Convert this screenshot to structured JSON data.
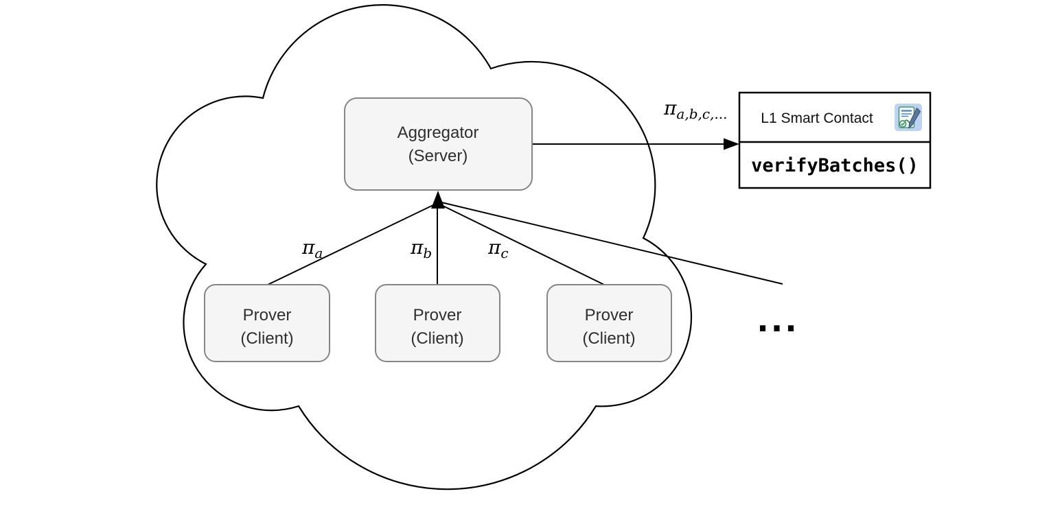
{
  "diagram": {
    "aggregator": {
      "line1": "Aggregator",
      "line2": "(Server)"
    },
    "provers": [
      {
        "line1": "Prover",
        "line2": "(Client)"
      },
      {
        "line1": "Prover",
        "line2": "(Client)"
      },
      {
        "line1": "Prover",
        "line2": "(Client)"
      }
    ],
    "contract": {
      "title": "L1 Smart Contact",
      "method": "verifyBatches()",
      "icon": "smart-contract-icon"
    },
    "edge_labels": {
      "proof_a": {
        "symbol": "π",
        "subscript": "a"
      },
      "proof_b": {
        "symbol": "π",
        "subscript": "b"
      },
      "proof_c": {
        "symbol": "π",
        "subscript": "c"
      },
      "proof_aggregate": {
        "symbol": "π",
        "subscript": "a,b,c,..."
      }
    },
    "more_indicator": "...",
    "colors": {
      "node_fill": "#f5f5f5",
      "node_border": "#858585",
      "edge": "#000000",
      "text": "#2f2f2f",
      "contract_border": "#000000",
      "icon_background": "#bcd4f2"
    }
  }
}
